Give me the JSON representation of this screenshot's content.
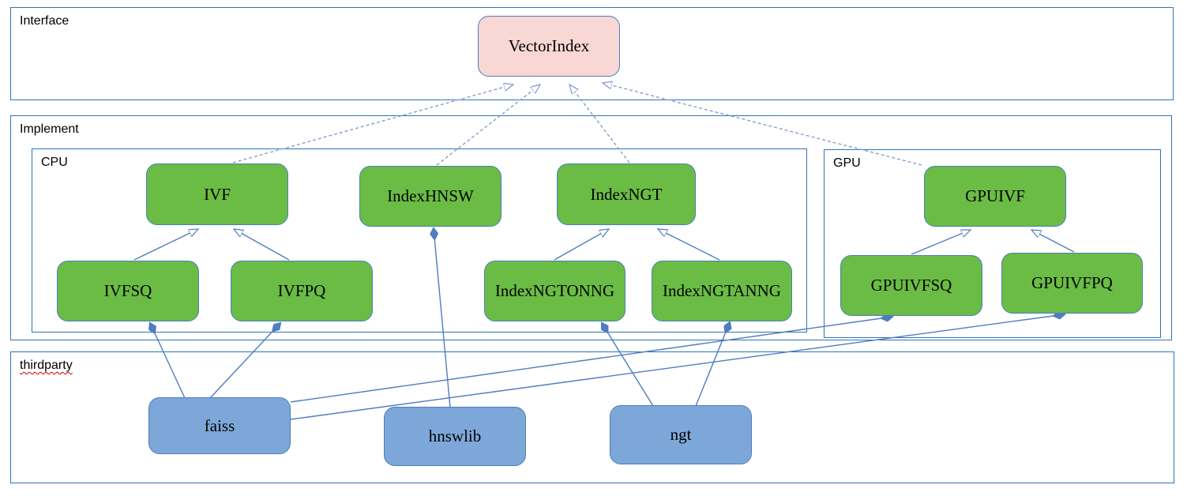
{
  "containers": {
    "interface": {
      "label": "Interface"
    },
    "implement": {
      "label": "Implement"
    },
    "cpu": {
      "label": "CPU"
    },
    "gpu": {
      "label": "GPU"
    },
    "thirdparty": {
      "label": "thirdparty"
    }
  },
  "nodes": {
    "vectorindex": {
      "label": "VectorIndex",
      "type": "interface"
    },
    "ivf": {
      "label": "IVF",
      "type": "implementation"
    },
    "indexhnsw": {
      "label": "IndexHNSW",
      "type": "implementation"
    },
    "indexngt": {
      "label": "IndexNGT",
      "type": "implementation"
    },
    "gpuivf": {
      "label": "GPUIVF",
      "type": "implementation"
    },
    "ivfsq": {
      "label": "IVFSQ",
      "type": "implementation"
    },
    "ivfpq": {
      "label": "IVFPQ",
      "type": "implementation"
    },
    "indexngtonng": {
      "label": "IndexNGTONNG",
      "type": "implementation"
    },
    "indexngtanng": {
      "label": "IndexNGTANNG",
      "type": "implementation"
    },
    "gpuivfsq": {
      "label": "GPUIVFSQ",
      "type": "implementation"
    },
    "gpuivfpq": {
      "label": "GPUIVFPQ",
      "type": "implementation"
    },
    "faiss": {
      "label": "faiss",
      "type": "thirdparty"
    },
    "hnswlib": {
      "label": "hnswlib",
      "type": "thirdparty"
    },
    "ngt": {
      "label": "ngt",
      "type": "thirdparty"
    }
  },
  "edges": [
    {
      "from": "IVF",
      "to": "VectorIndex",
      "type": "realization-dashed"
    },
    {
      "from": "IndexHNSW",
      "to": "VectorIndex",
      "type": "realization-dashed"
    },
    {
      "from": "IndexNGT",
      "to": "VectorIndex",
      "type": "realization-dashed"
    },
    {
      "from": "GPUIVF",
      "to": "VectorIndex",
      "type": "realization-dashed"
    },
    {
      "from": "IVFSQ",
      "to": "IVF",
      "type": "generalization"
    },
    {
      "from": "IVFPQ",
      "to": "IVF",
      "type": "generalization"
    },
    {
      "from": "IndexNGTONNG",
      "to": "IndexNGT",
      "type": "generalization"
    },
    {
      "from": "IndexNGTANNG",
      "to": "IndexNGT",
      "type": "generalization"
    },
    {
      "from": "GPUIVFSQ",
      "to": "GPUIVF",
      "type": "generalization"
    },
    {
      "from": "GPUIVFPQ",
      "to": "GPUIVF",
      "type": "generalization"
    },
    {
      "from": "faiss",
      "to": "IVFSQ",
      "type": "composition"
    },
    {
      "from": "faiss",
      "to": "IVFPQ",
      "type": "composition"
    },
    {
      "from": "faiss",
      "to": "GPUIVFSQ",
      "type": "composition"
    },
    {
      "from": "faiss",
      "to": "GPUIVFPQ",
      "type": "composition"
    },
    {
      "from": "hnswlib",
      "to": "IndexHNSW",
      "type": "composition"
    },
    {
      "from": "ngt",
      "to": "IndexNGTONNG",
      "type": "composition"
    },
    {
      "from": "ngt",
      "to": "IndexNGTANNG",
      "type": "composition"
    }
  ],
  "colors": {
    "container_border": "#2e74b6",
    "node_border": "#4a7ebb",
    "line_color": "#4f7dbe",
    "dash_color": "#7f97cd",
    "green_fill": "#6abc45",
    "pink_fill": "#f8d7d4",
    "blue_fill": "#7da7d9",
    "misspell": "#cc0000"
  }
}
